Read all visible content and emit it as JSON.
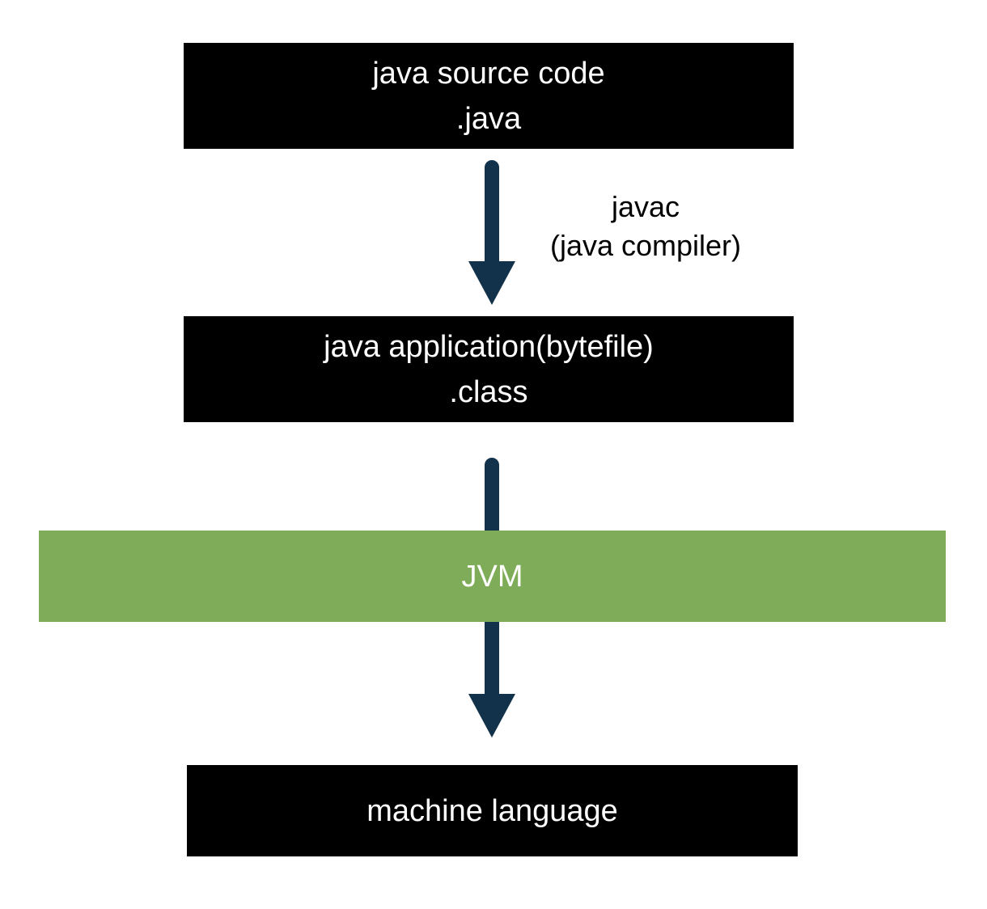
{
  "colors": {
    "box_fill": "#000000",
    "box_text": "#ffffff",
    "jvm_fill": "#7fac58",
    "arrow": "#11324a"
  },
  "nodes": {
    "source": {
      "line1": "java source code",
      "line2": ".java"
    },
    "bytecode": {
      "line1": "java application(bytefile)",
      "line2": ".class"
    },
    "jvm": {
      "label": "JVM"
    },
    "machine": {
      "label": "machine language"
    }
  },
  "edges": {
    "compile": {
      "line1": "javac",
      "line2": "(java compiler)"
    }
  }
}
